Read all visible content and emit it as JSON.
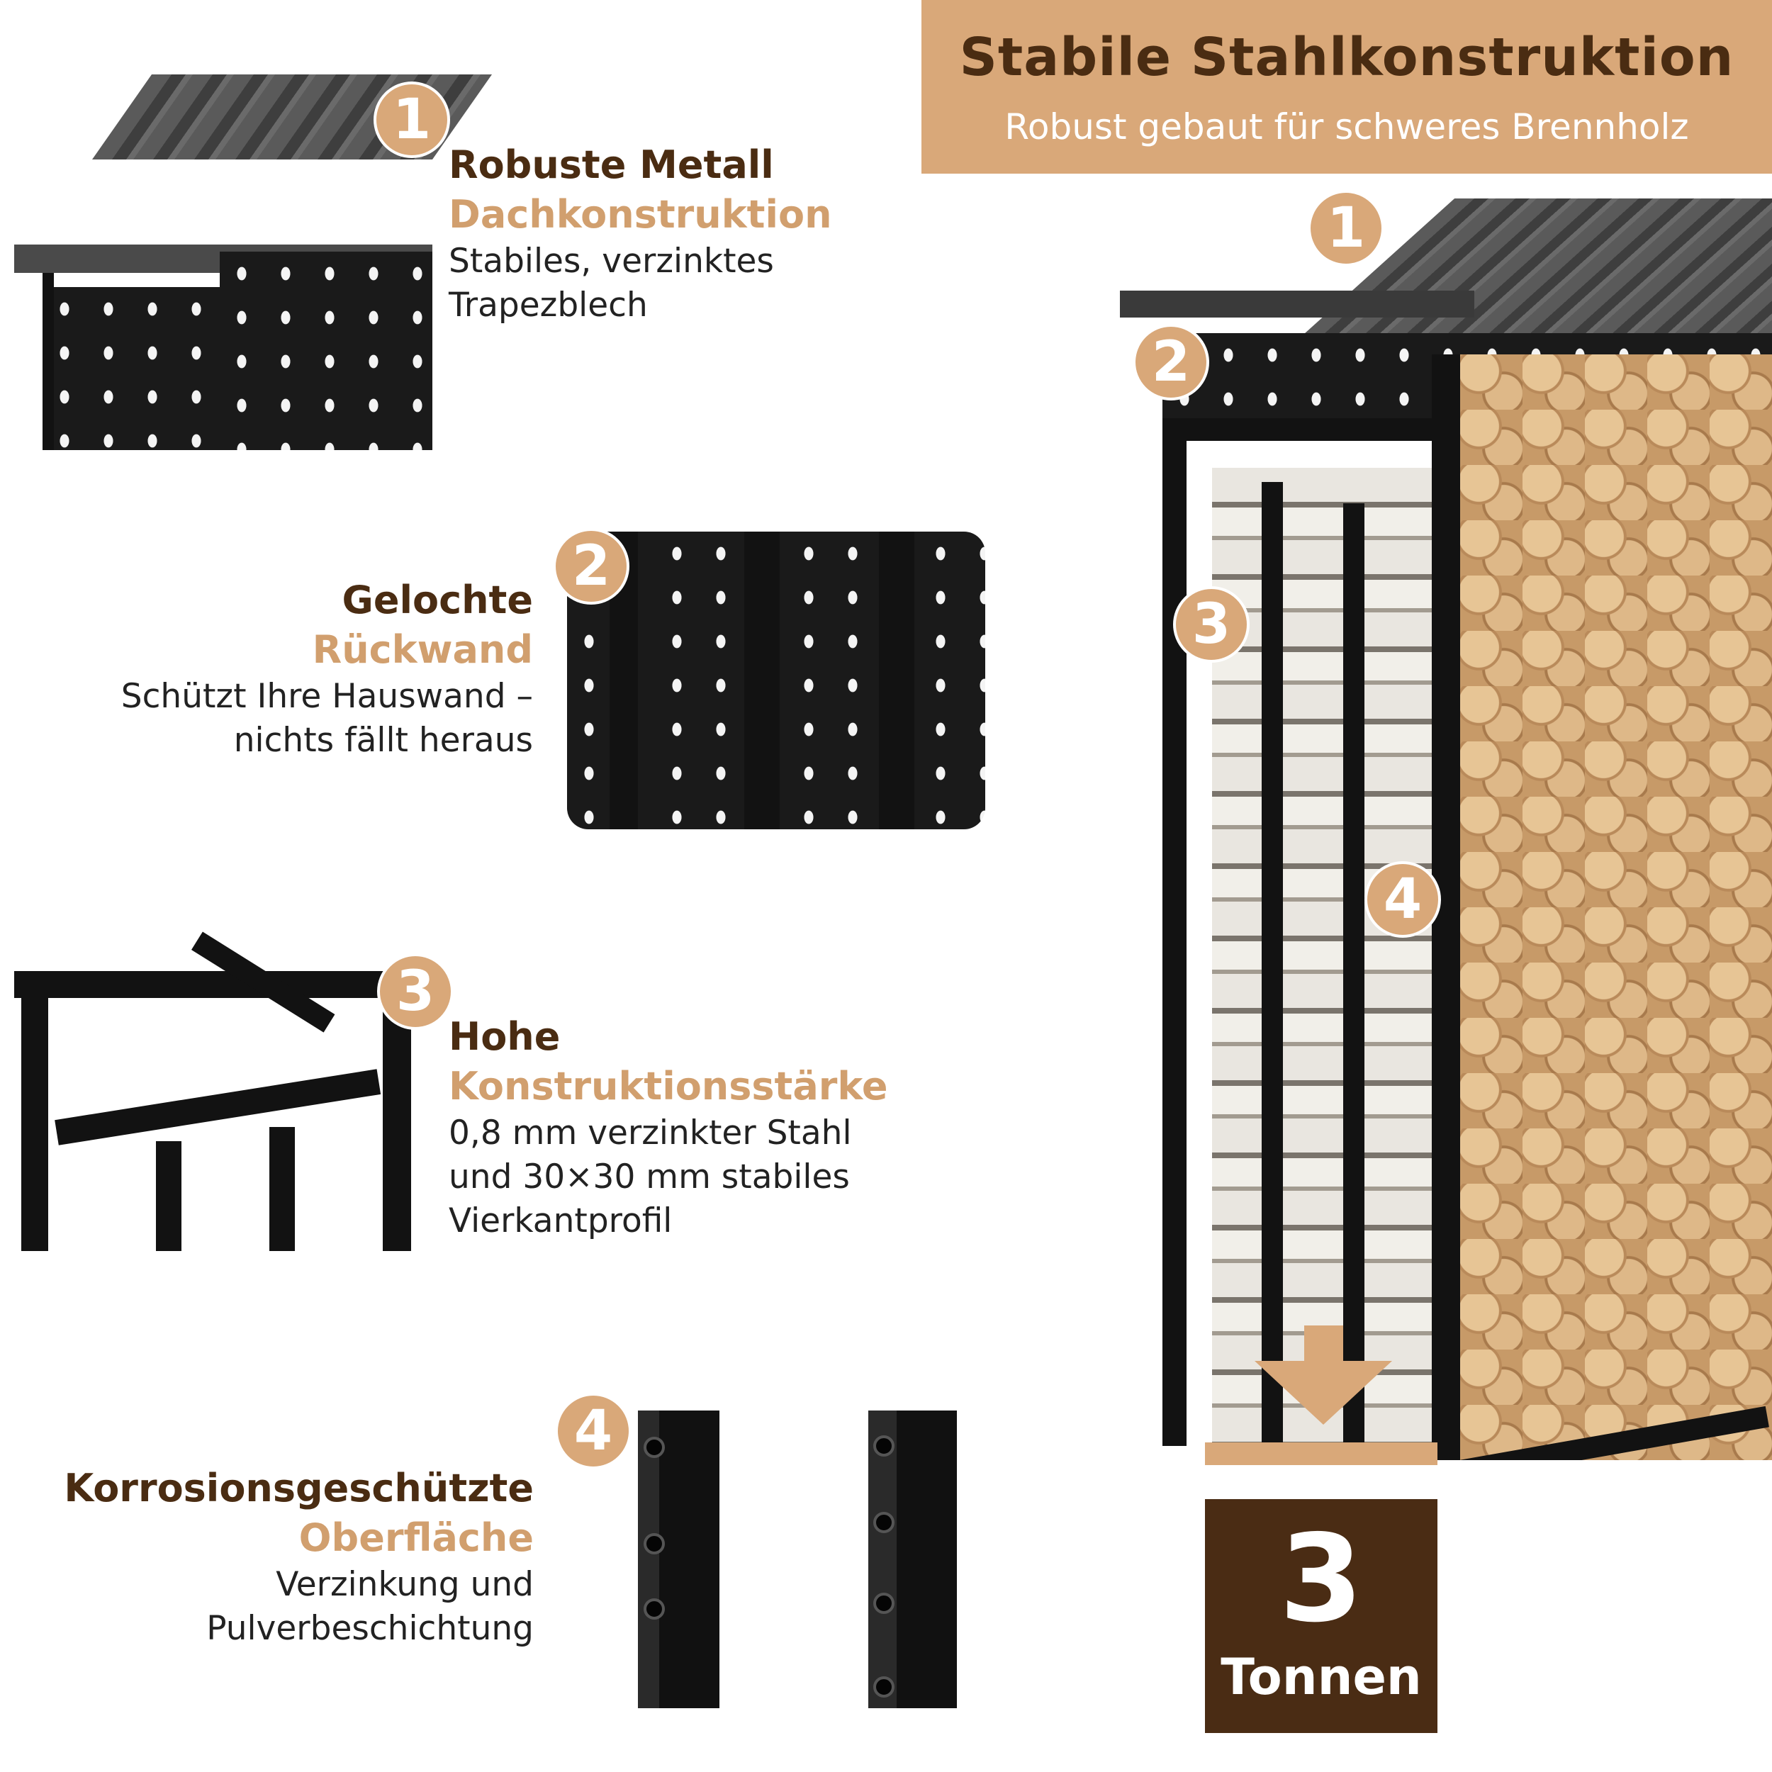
{
  "banner": {
    "title": "Stabile Stahlkonstruktion",
    "subtitle": "Robust gebaut für schweres Brennholz"
  },
  "features": [
    {
      "number": "1",
      "title_line1": "Robuste Metall",
      "title_line2": "Dachkonstruktion",
      "desc_line1": "Stabiles, verzinktes",
      "desc_line2": "Trapezblech"
    },
    {
      "number": "2",
      "title_line1": "Gelochte",
      "title_line2": "Rückwand",
      "desc_line1": "Schützt Ihre Hauswand –",
      "desc_line2": "nichts fällt heraus"
    },
    {
      "number": "3",
      "title_line1": "Hohe",
      "title_line2": "Konstruktionsstärke",
      "desc_line1": "0,8 mm verzinkter Stahl",
      "desc_line2": "und 30×30 mm stabiles",
      "desc_line3": "Vierkantprofil"
    },
    {
      "number": "4",
      "title_line1": "Korrosionsgeschützte",
      "title_line2": "Oberfläche",
      "desc_line1": "Verzinkung und",
      "desc_line2": "Pulverbeschichtung"
    }
  ],
  "product_callouts": [
    "1",
    "2",
    "3",
    "4"
  ],
  "capacity": {
    "value": "3",
    "unit": "Tonnen"
  },
  "colors": {
    "accent": "#d9a879",
    "dark_brown": "#4a2c12",
    "steel": "#141414"
  }
}
